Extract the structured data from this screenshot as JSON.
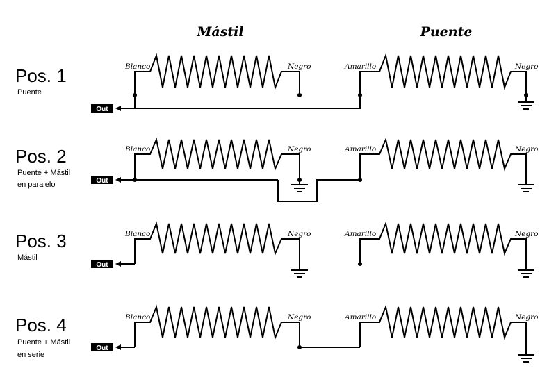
{
  "headers": {
    "neck": "Mástil",
    "bridge": "Puente"
  },
  "wire_labels": {
    "white": "Blanco",
    "black": "Negro",
    "yellow": "Amarillo"
  },
  "output_label": "Out",
  "positions": [
    {
      "title": "Pos. 1",
      "lines": [
        "Puente"
      ]
    },
    {
      "title": "Pos. 2",
      "lines": [
        "Puente + Mástil",
        "en paralelo"
      ]
    },
    {
      "title": "Pos. 3",
      "lines": [
        "Mástil"
      ]
    },
    {
      "title": "Pos. 4",
      "lines": [
        "Puente + Mástil",
        "en serie"
      ]
    }
  ]
}
